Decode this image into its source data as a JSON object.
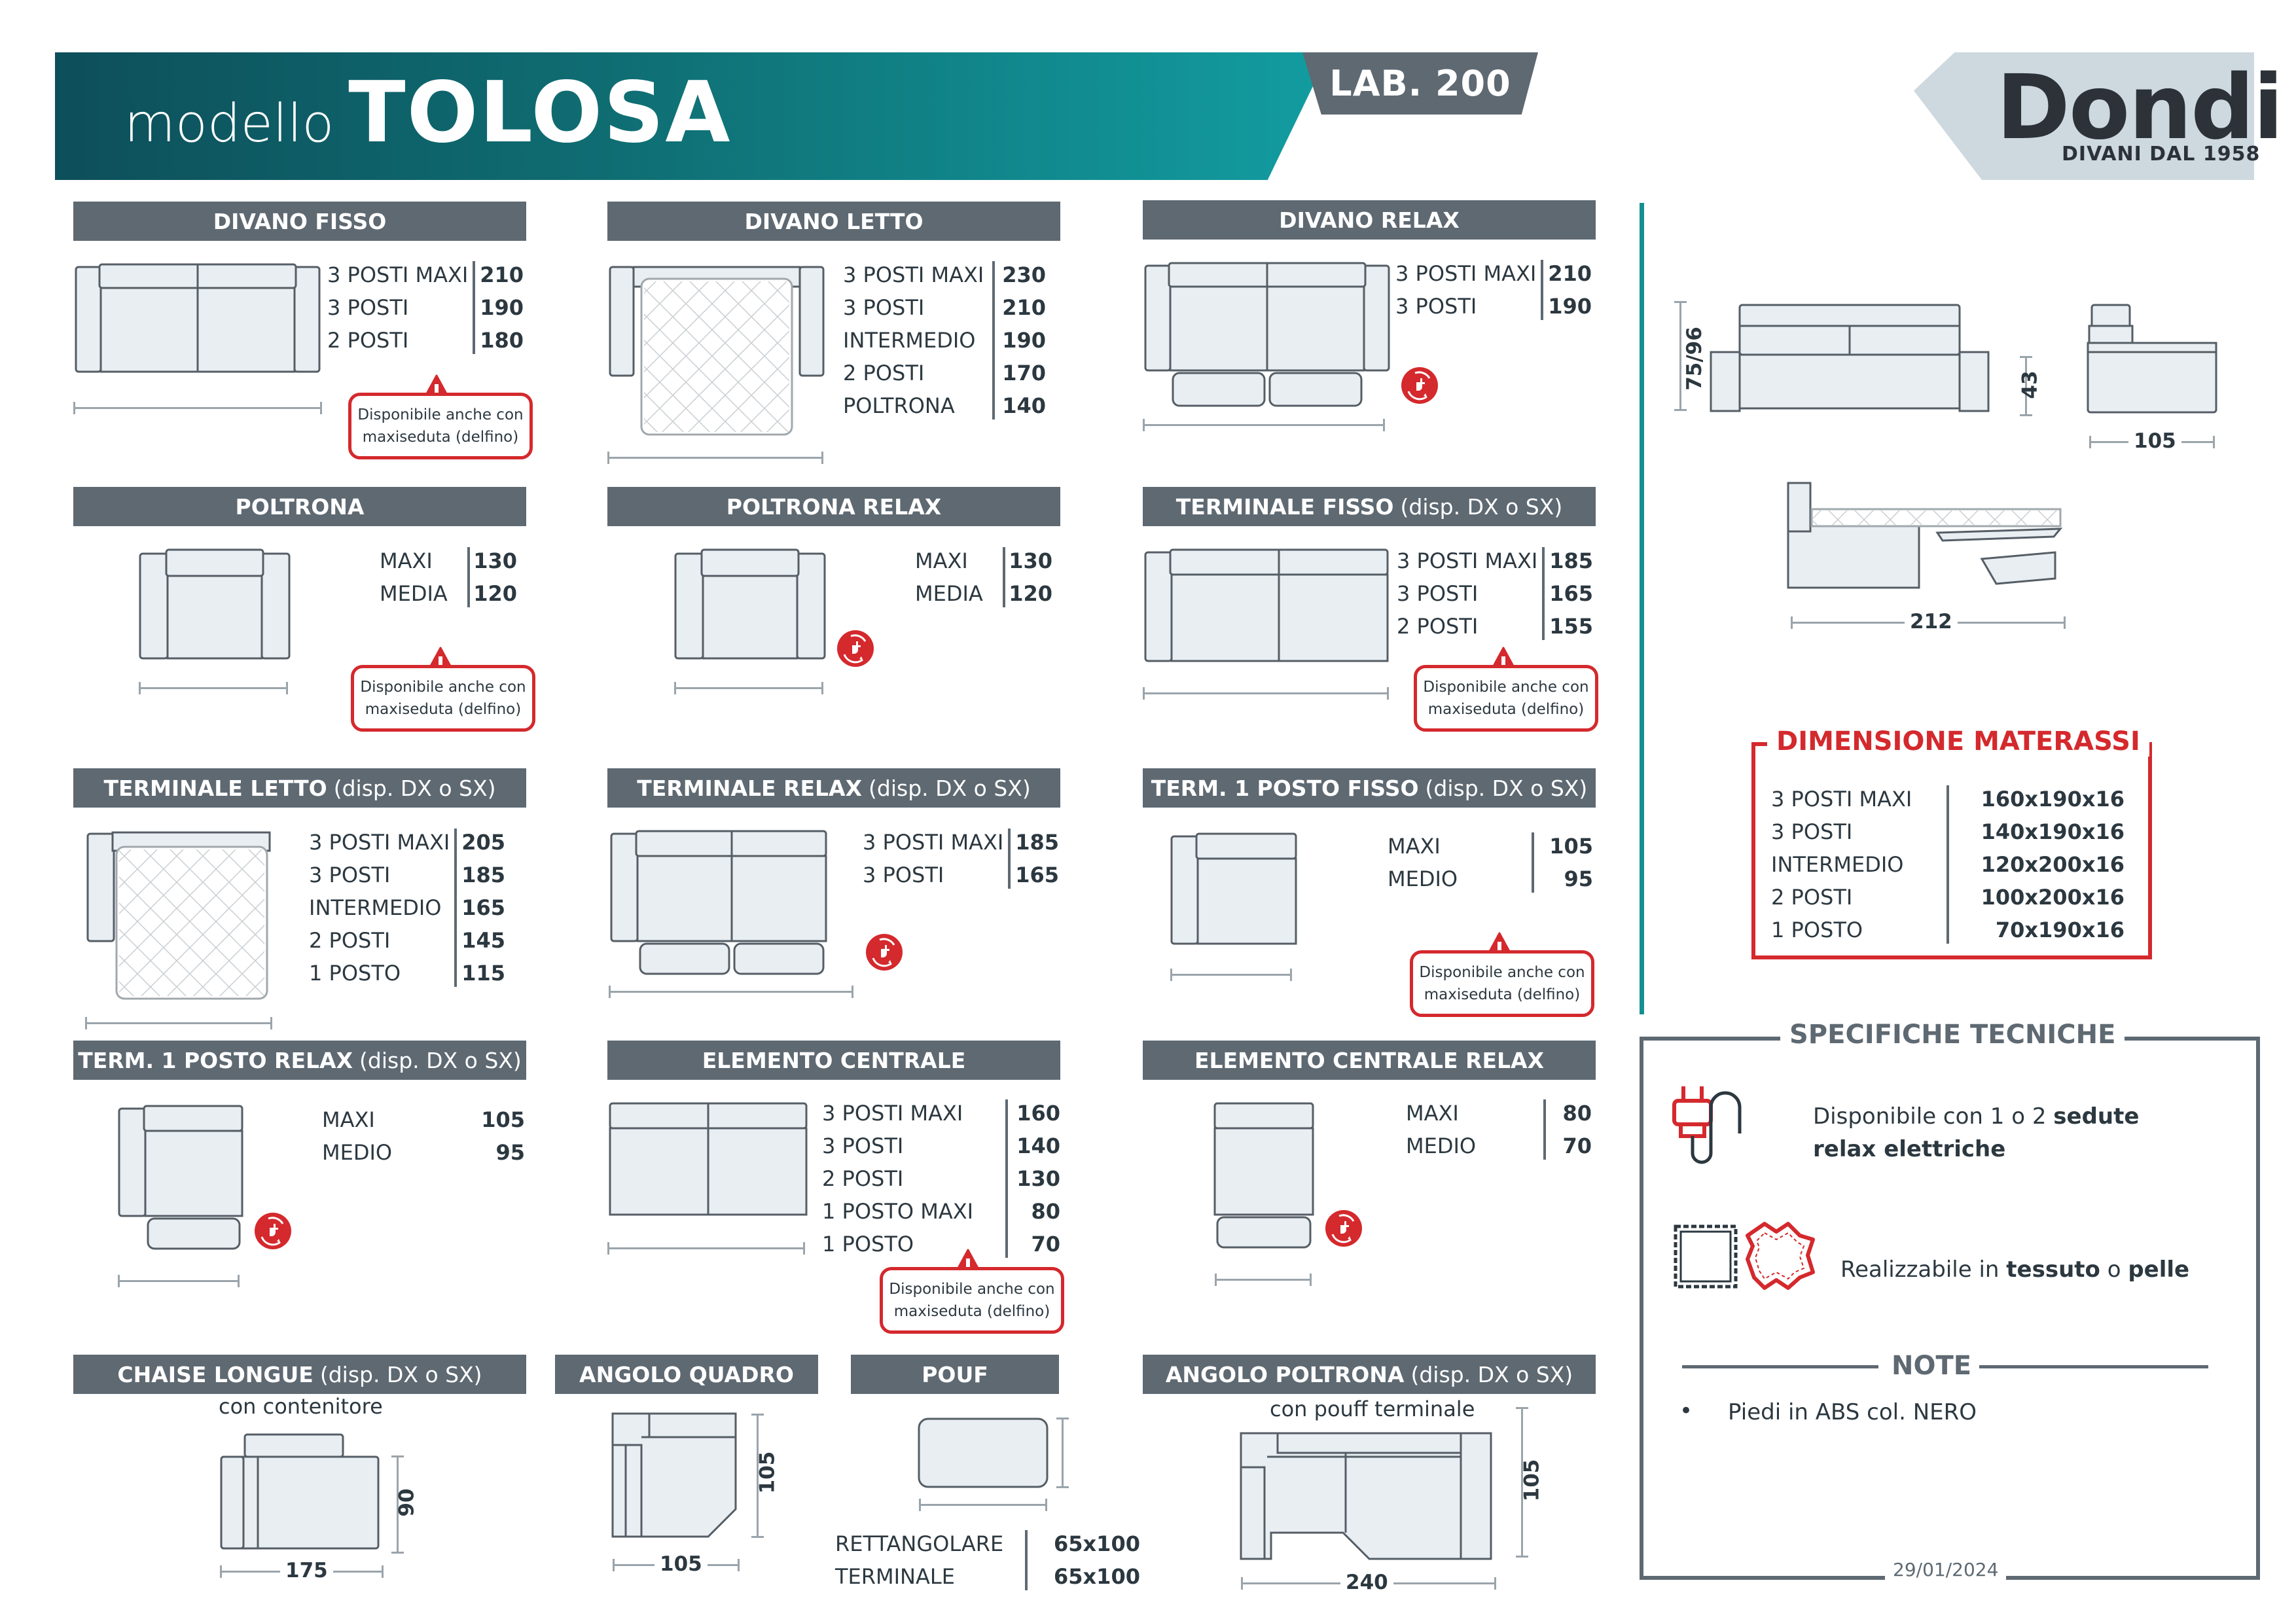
{
  "header": {
    "title_prefix": "modello",
    "title_name": "TOLOSA",
    "lab": "LAB. 200",
    "brand": "Dondi",
    "brand_tagline": "DIVANI DAL 1958"
  },
  "badge_text": {
    "line1": "Disponibile anche con",
    "line2": "maxiseduta (delfino)"
  },
  "sections": {
    "divano_fisso": {
      "title": "DIVANO FISSO",
      "rows": [
        [
          "3 POSTI MAXI",
          "210"
        ],
        [
          "3 POSTI",
          "190"
        ],
        [
          "2 POSTI",
          "180"
        ]
      ]
    },
    "divano_letto": {
      "title": "DIVANO LETTO",
      "rows": [
        [
          "3 POSTI MAXI",
          "230"
        ],
        [
          "3 POSTI",
          "210"
        ],
        [
          "INTERMEDIO",
          "190"
        ],
        [
          "2 POSTI",
          "170"
        ],
        [
          "POLTRONA",
          "140"
        ]
      ]
    },
    "divano_relax": {
      "title": "DIVANO RELAX",
      "rows": [
        [
          "3 POSTI MAXI",
          "210"
        ],
        [
          "3 POSTI",
          "190"
        ]
      ]
    },
    "poltrona": {
      "title": "POLTRONA",
      "rows": [
        [
          "MAXI",
          "130"
        ],
        [
          "MEDIA",
          "120"
        ]
      ]
    },
    "poltrona_relax": {
      "title": "POLTRONA RELAX",
      "rows": [
        [
          "MAXI",
          "130"
        ],
        [
          "MEDIA",
          "120"
        ]
      ]
    },
    "terminale_fisso": {
      "title": "TERMINALE FISSO",
      "sub": "(disp. DX o SX)",
      "rows": [
        [
          "3 POSTI MAXI",
          "185"
        ],
        [
          "3 POSTI",
          "165"
        ],
        [
          "2 POSTI",
          "155"
        ]
      ]
    },
    "terminale_letto": {
      "title": "TERMINALE LETTO",
      "sub": "(disp. DX o SX)",
      "rows": [
        [
          "3 POSTI MAXI",
          "205"
        ],
        [
          "3 POSTI",
          "185"
        ],
        [
          "INTERMEDIO",
          "165"
        ],
        [
          "2 POSTI",
          "145"
        ],
        [
          "1 POSTO",
          "115"
        ]
      ]
    },
    "terminale_relax": {
      "title": "TERMINALE RELAX",
      "sub": "(disp. DX o SX)",
      "rows": [
        [
          "3 POSTI MAXI",
          "185"
        ],
        [
          "3 POSTI",
          "165"
        ]
      ]
    },
    "term1_fisso": {
      "title": "TERM. 1 POSTO FISSO",
      "sub": "(disp. DX o SX)",
      "rows": [
        [
          "MAXI",
          "105"
        ],
        [
          "MEDIO",
          "95"
        ]
      ]
    },
    "term1_relax": {
      "title": "TERM. 1 POSTO RELAX",
      "sub": "(disp. DX o SX)",
      "rows": [
        [
          "MAXI",
          "105"
        ],
        [
          "MEDIO",
          "95"
        ]
      ]
    },
    "elemento_centrale": {
      "title": "ELEMENTO CENTRALE",
      "rows": [
        [
          "3 POSTI MAXI",
          "160"
        ],
        [
          "3 POSTI",
          "140"
        ],
        [
          "2 POSTI",
          "130"
        ],
        [
          "1 POSTO MAXI",
          "80"
        ],
        [
          "1 POSTO",
          "70"
        ]
      ]
    },
    "elemento_centrale_relax": {
      "title": "ELEMENTO CENTRALE RELAX",
      "rows": [
        [
          "MAXI",
          "80"
        ],
        [
          "MEDIO",
          "70"
        ]
      ]
    },
    "chaise_longue": {
      "title": "CHAISE LONGUE",
      "sub": "(disp. DX o SX)",
      "note": "con contenitore",
      "w": "175",
      "h": "90"
    },
    "angolo_quadro": {
      "title": "ANGOLO QUADRO",
      "w": "105",
      "h": "105"
    },
    "pouf": {
      "title": "POUF",
      "rows": [
        [
          "RETTANGOLARE",
          "65x100"
        ],
        [
          "TERMINALE",
          "65x100"
        ]
      ]
    },
    "angolo_poltrona": {
      "title": "ANGOLO POLTRONA",
      "sub": "(disp. DX o SX)",
      "note": "con pouff terminale",
      "w": "240",
      "h": "105"
    }
  },
  "right": {
    "heights": {
      "back": "75/96",
      "seat": "43",
      "depth": "105",
      "open": "212"
    },
    "materassi": {
      "title": "DIMENSIONE MATERASSI",
      "rows": [
        [
          "3 POSTI MAXI",
          "160x190x16"
        ],
        [
          "3 POSTI",
          "140x190x16"
        ],
        [
          "INTERMEDIO",
          "120x200x16"
        ],
        [
          "2 POSTI",
          "100x200x16"
        ],
        [
          "1 POSTO",
          "70x190x16"
        ]
      ]
    },
    "specifiche": {
      "title": "SPECIFICHE TECNICHE",
      "relax_a": "Disponibile con 1 o 2 ",
      "relax_b": "sedute",
      "relax_c": "relax elettriche",
      "mat_a": "Realizzabile in ",
      "mat_b": "tessuto",
      "mat_c": " o ",
      "mat_d": "pelle"
    },
    "note": {
      "title": "NOTE",
      "bullet": "•",
      "text": "Piedi in ABS col. NERO"
    },
    "date": "29/01/2024"
  },
  "colors": {
    "teal": "#158f92",
    "gray_bar": "#5e6972",
    "red": "#d4292d"
  }
}
